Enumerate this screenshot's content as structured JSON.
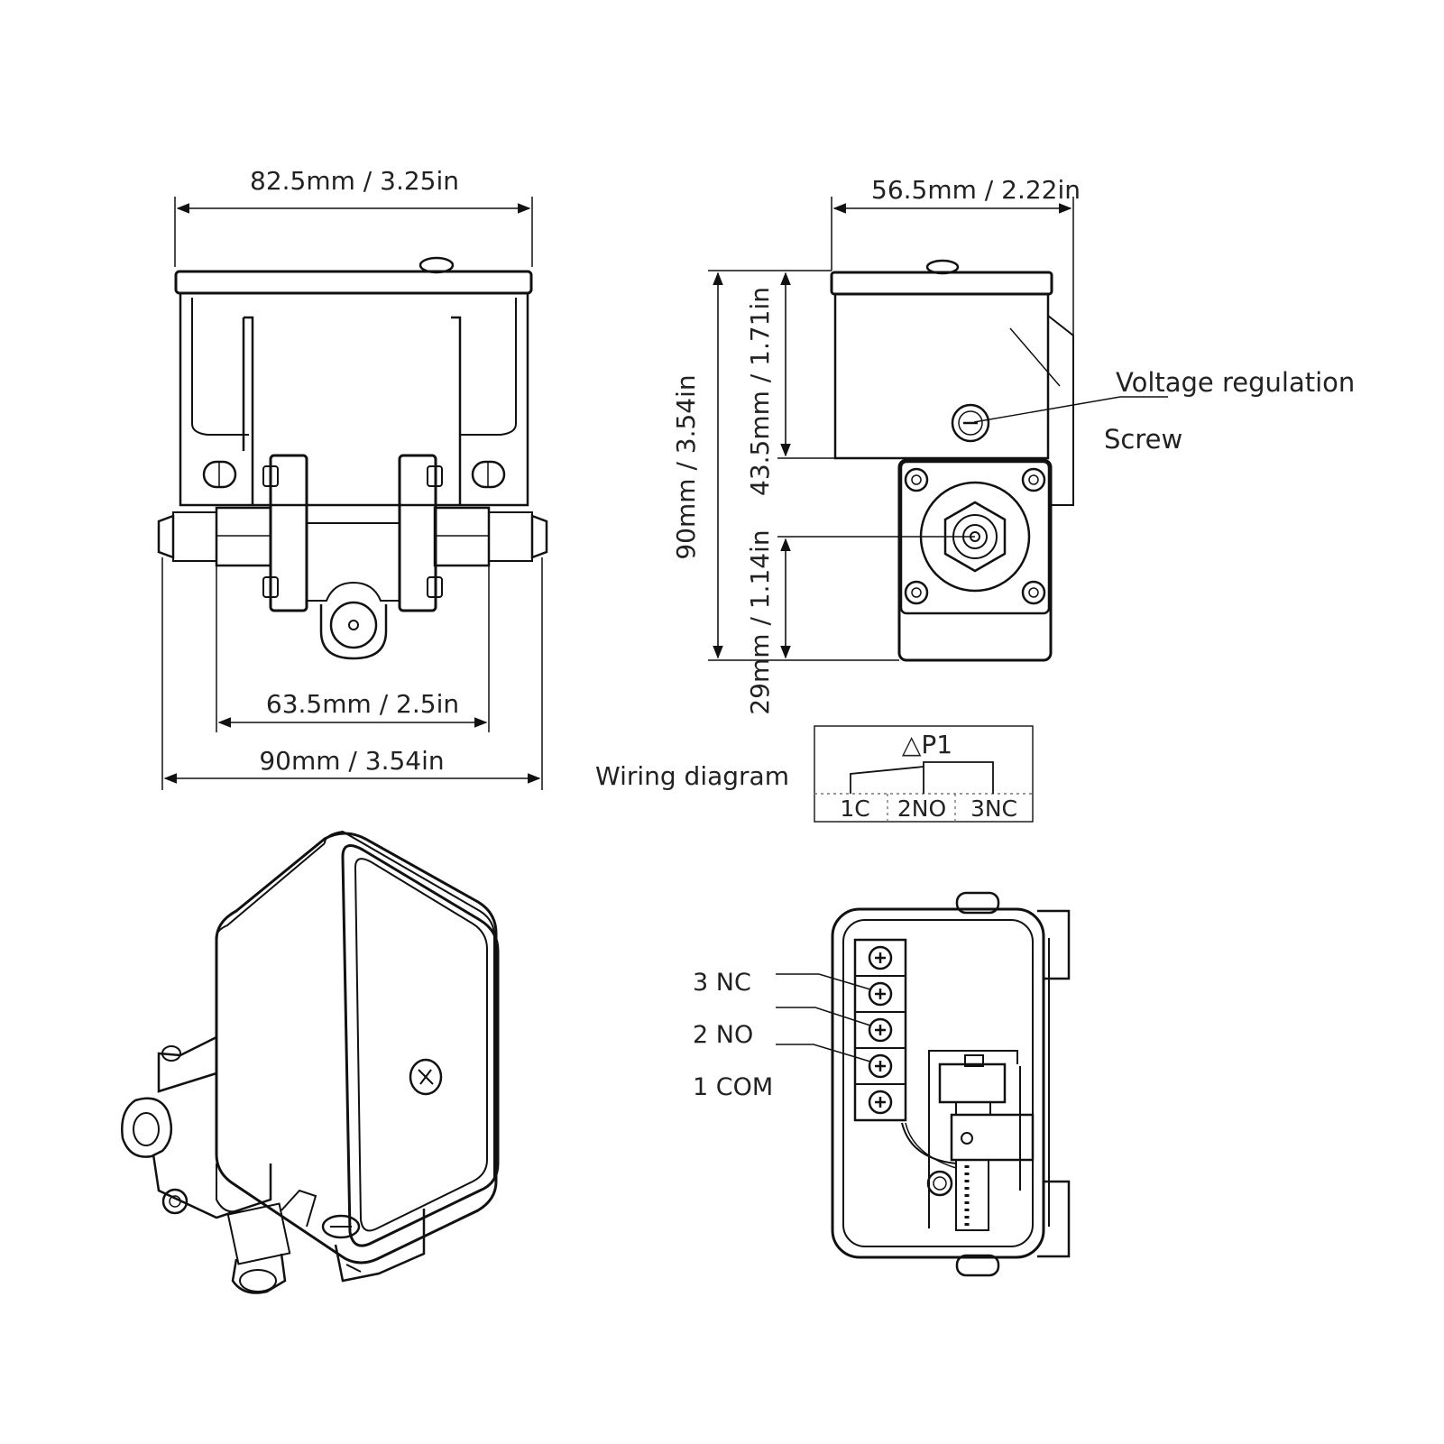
{
  "front_view": {
    "top_width_label": "82.5mm / 3.25in",
    "port_span_label": "63.5mm / 2.5in",
    "overall_width_label": "90mm / 3.54in"
  },
  "side_view": {
    "depth_label": "56.5mm / 2.22in",
    "height_label": "90mm / 3.54in",
    "upper_height_label": "43.5mm / 1.71in",
    "lower_height_label": "29mm / 1.14in",
    "voltage_regulation_label": "Voltage regulation",
    "screw_label": "Screw"
  },
  "wiring": {
    "caption": "Wiring diagram",
    "symbol": "△P1",
    "terminals": [
      "1C",
      "2NO",
      "3NC"
    ]
  },
  "terminal_block": {
    "labels": [
      "3 NC",
      "2 NO",
      "1 COM"
    ]
  }
}
